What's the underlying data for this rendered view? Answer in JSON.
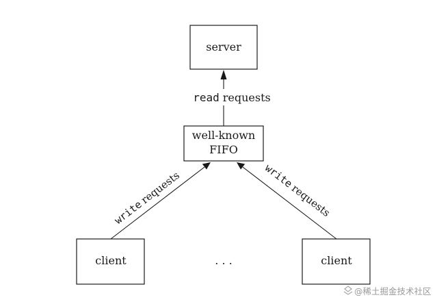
{
  "nodes": {
    "server": "server",
    "fifo_line1": "well-known",
    "fifo_line2": "FIFO",
    "client_left": "client",
    "client_right": "client",
    "ellipsis": ". . ."
  },
  "edges": {
    "read_keyword": "read",
    "read_rest": "requests",
    "write_left_keyword": "write",
    "write_left_rest": "requests",
    "write_right_keyword": "write",
    "write_right_rest": "requests"
  },
  "watermark": {
    "icon": "juejin-logo-icon",
    "text": "@稀土掘金技术社区"
  }
}
